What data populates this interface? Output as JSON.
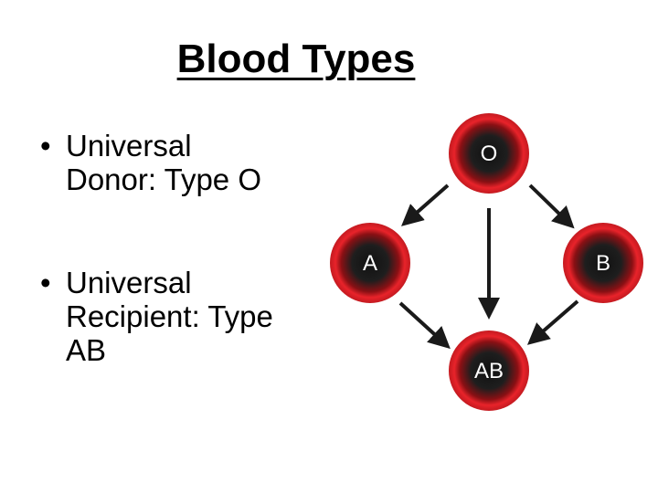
{
  "slide": {
    "title": "Blood Types",
    "bullets": [
      {
        "marker": "•",
        "lines": [
          "Universal",
          "Donor: Type O"
        ]
      },
      {
        "marker": "•",
        "lines": [
          "Universal",
          "Recipient: Type",
          "AB"
        ]
      }
    ]
  },
  "diagram": {
    "nodes": [
      {
        "id": "O",
        "label": "O"
      },
      {
        "id": "A",
        "label": "A"
      },
      {
        "id": "B",
        "label": "B"
      },
      {
        "id": "AB",
        "label": "AB"
      }
    ],
    "edges": [
      {
        "from": "O",
        "to": "A"
      },
      {
        "from": "O",
        "to": "B"
      },
      {
        "from": "O",
        "to": "AB"
      },
      {
        "from": "A",
        "to": "AB"
      },
      {
        "from": "B",
        "to": "AB"
      }
    ],
    "colors": {
      "node_rim": "#e8232a",
      "node_core": "#1a1a1a",
      "arrow": "#1a1a1a",
      "label": "#ffffff"
    }
  }
}
